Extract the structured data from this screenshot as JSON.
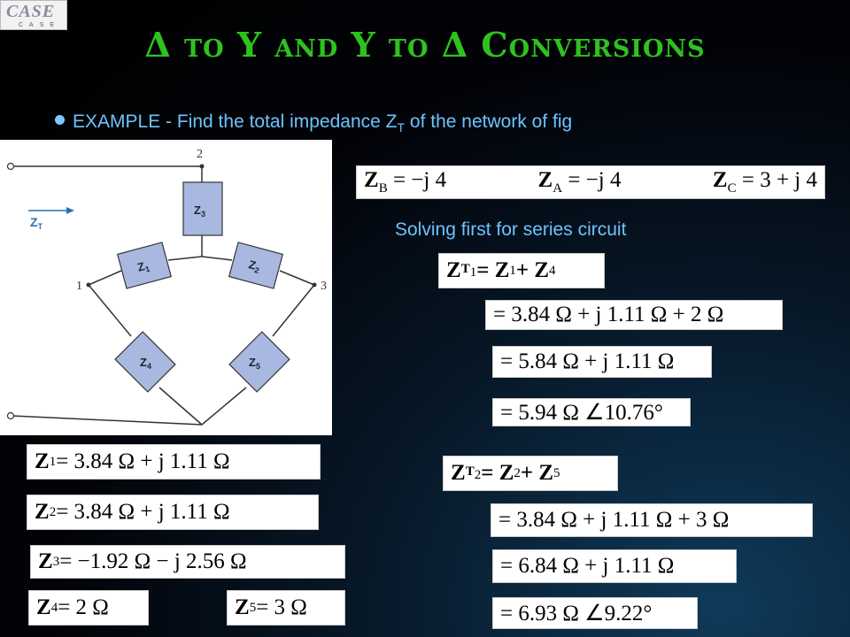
{
  "logo": {
    "mark": "CASE",
    "sub": "CASE"
  },
  "title": "Δ to Y and Y to Δ Conversions",
  "bullet": {
    "text": "EXAMPLE - Find the total impedance Z",
    "sub": "T",
    "tail": " of the network of fig"
  },
  "note": "Solving first for series circuit",
  "circuit": {
    "zt_label": "Z",
    "zt_sub": "T",
    "nodes": {
      "n1": "1",
      "n2": "2",
      "n3": "3"
    },
    "z1": "Z",
    "z1s": "1",
    "z2": "Z",
    "z2s": "2",
    "z3": "Z",
    "z3s": "3",
    "z4": "Z",
    "z4s": "4",
    "z5": "Z",
    "z5s": "5"
  },
  "equations": {
    "givens": {
      "zb": {
        "v": "Z",
        "s": "B",
        "rhs": " = −j 4"
      },
      "za": {
        "v": "Z",
        "s": "A",
        "rhs": " = −j 4"
      },
      "zc": {
        "v": "Z",
        "s": "C",
        "rhs": " = 3 + j 4"
      }
    },
    "zt1": {
      "lhs": "Z",
      "lhs_sub": "T",
      "lhs_sub2": "1",
      "rhs": " = Z",
      "a": "1",
      "mid": " + Z",
      "b": "4"
    },
    "zt1_1": "= 3.84 Ω + j 1.11 Ω + 2 Ω",
    "zt1_2": "= 5.84 Ω + j 1.11 Ω",
    "zt1_3": "= 5.94 Ω ∠10.76°",
    "zt2": {
      "lhs": "Z",
      "lhs_sub": "T",
      "lhs_sub2": "2",
      "rhs": " = Z",
      "a": "2",
      "mid": " + Z",
      "b": "5"
    },
    "zt2_1": "= 3.84 Ω + j 1.11 Ω + 3 Ω",
    "zt2_2": "= 6.84 Ω + j 1.11 Ω",
    "zt2_3": "= 6.93 Ω ∠9.22°",
    "z1": {
      "v": "Z",
      "s": "1",
      "rhs": " = 3.84 Ω + j 1.11 Ω"
    },
    "z2": {
      "v": "Z",
      "s": "2",
      "rhs": " = 3.84 Ω + j 1.11 Ω"
    },
    "z3": {
      "v": "Z",
      "s": "3",
      "rhs": " = −1.92 Ω − j 2.56 Ω"
    },
    "z4": {
      "v": "Z",
      "s": "4",
      "rhs": " = 2 Ω"
    },
    "z5": {
      "v": "Z",
      "s": "5",
      "rhs": " = 3 Ω"
    }
  },
  "colors": {
    "title": "#2ec21f",
    "text": "#6ec3ff",
    "resistor": "#a8b8e0",
    "wire": "#333333",
    "arrow": "#2a6fb0"
  }
}
